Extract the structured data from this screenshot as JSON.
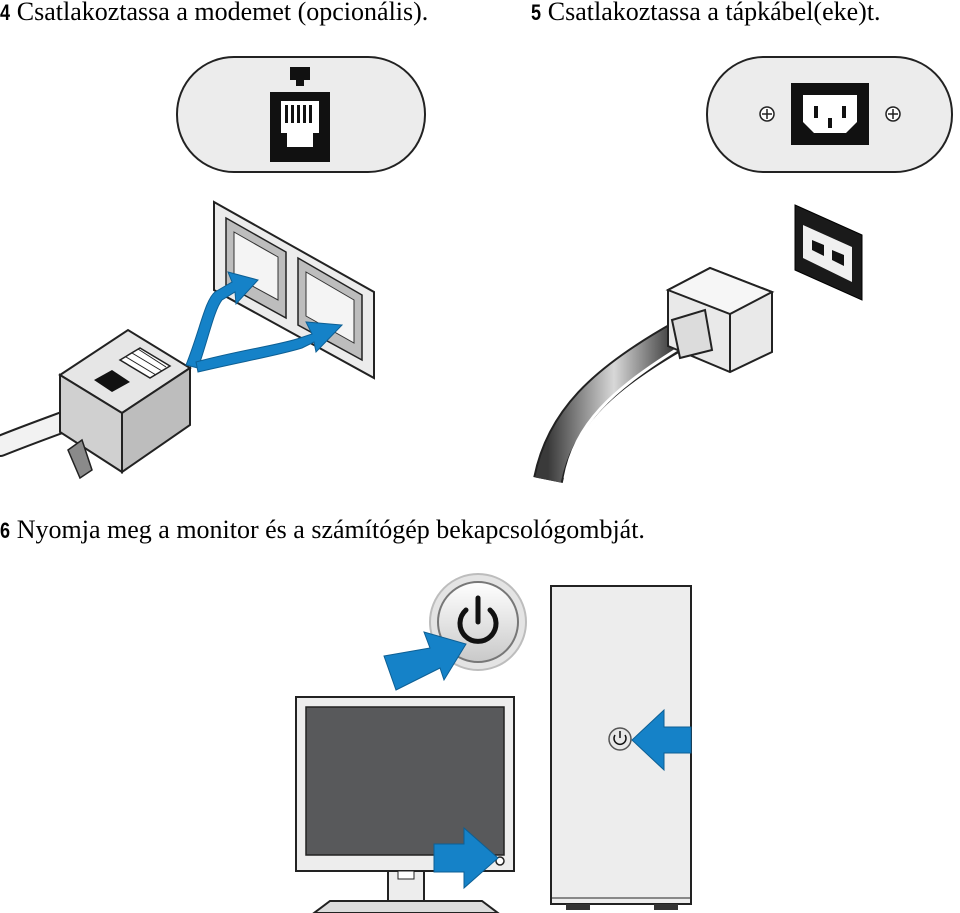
{
  "steps": [
    {
      "number": "4",
      "text": "Csatlakoztassa a modemet (opcionális)."
    },
    {
      "number": "5",
      "text": "Csatlakoztassa a tápkábel(eke)t."
    },
    {
      "number": "6",
      "text": "Nyomja meg a monitor és a számítógép bekapcsológombját."
    }
  ],
  "colors": {
    "arrow_blue": "#1582c8",
    "panel_gray": "#ececec",
    "outline": "#222222",
    "screen_gray": "#58595b"
  },
  "icons": [
    "phone-jack-icon",
    "power-socket-icon",
    "power-icon"
  ]
}
